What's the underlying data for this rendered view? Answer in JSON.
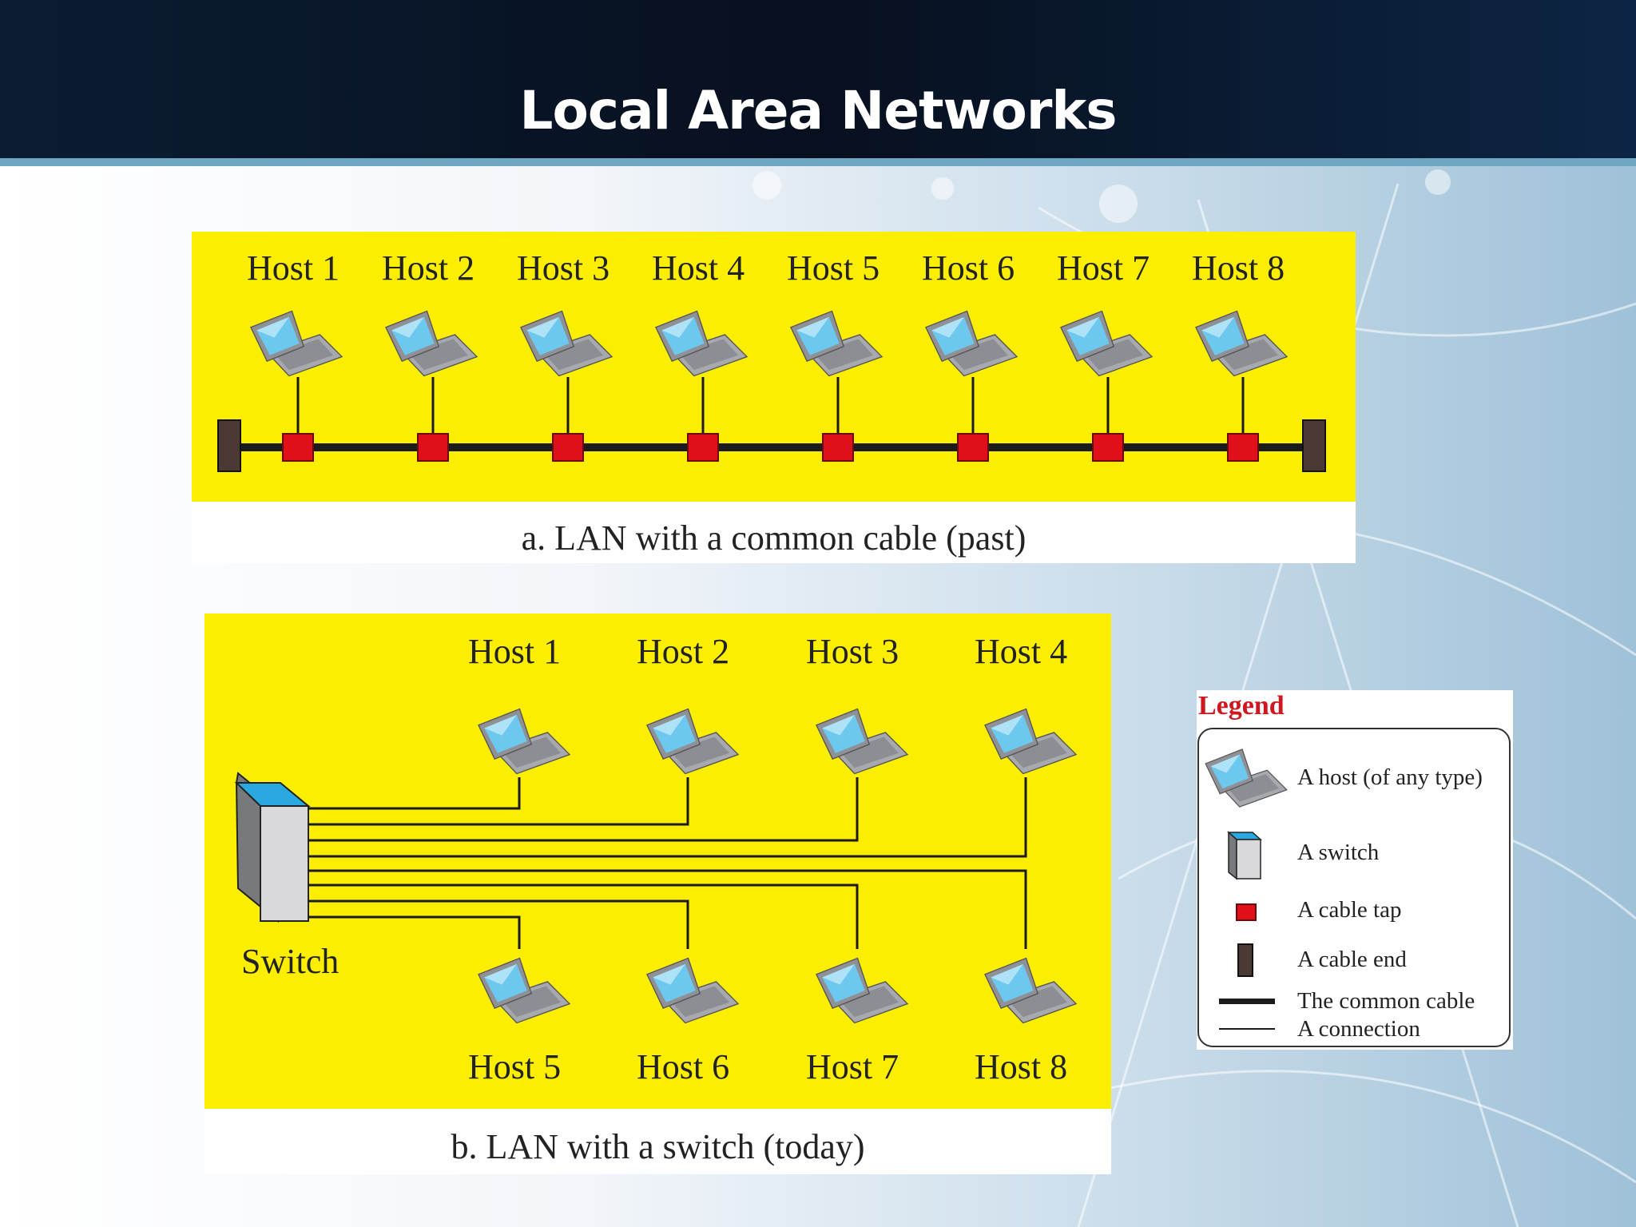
{
  "slide": {
    "title": "Local Area Networks"
  },
  "colors": {
    "bus_yellow": "#fcee00",
    "cable_tap": "#e0101a",
    "cable_end": "#4a3a33",
    "switch_top": "#2aa8e0",
    "legend_title": "#d0161e"
  },
  "diagram_a": {
    "hosts": [
      "Host 1",
      "Host 2",
      "Host 3",
      "Host 4",
      "Host 5",
      "Host 6",
      "Host 7",
      "Host 8"
    ],
    "caption": "a. LAN with a common cable (past)"
  },
  "diagram_b": {
    "top_hosts": [
      "Host 1",
      "Host 2",
      "Host 3",
      "Host 4"
    ],
    "bottom_hosts": [
      "Host 5",
      "Host 6",
      "Host 7",
      "Host 8"
    ],
    "switch_label": "Switch",
    "caption": "b. LAN with a switch (today)"
  },
  "legend": {
    "title": "Legend",
    "host": "A host (of any type)",
    "switch": "A switch",
    "cable_tap": "A cable tap",
    "cable_end": "A cable end",
    "common_cable": "The common cable",
    "connection": "A connection"
  }
}
